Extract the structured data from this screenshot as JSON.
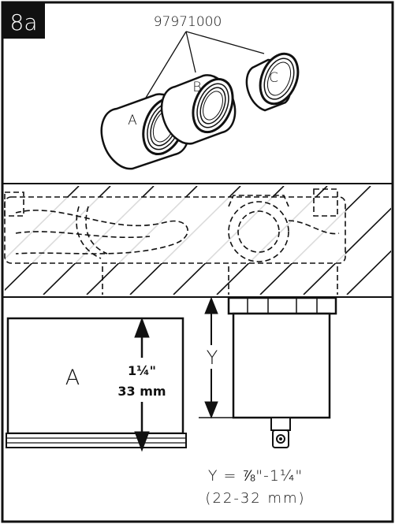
{
  "step_label": "8a",
  "part_number": "97971000",
  "parts": [
    {
      "letter": "A"
    },
    {
      "letter": "B"
    },
    {
      "letter": "C"
    }
  ],
  "block_label": "A",
  "dim_a_imperial": "1¼\"",
  "dim_a_metric": "33 mm",
  "dim_y_label": "Y",
  "formula_imperial": "Y = ⅞\"-1¼\"",
  "formula_metric": "(22-32 mm)",
  "colors": {
    "ink": "#111111",
    "step_bg": "#111111",
    "step_fg": "#ffffff",
    "paper": "#ffffff"
  }
}
